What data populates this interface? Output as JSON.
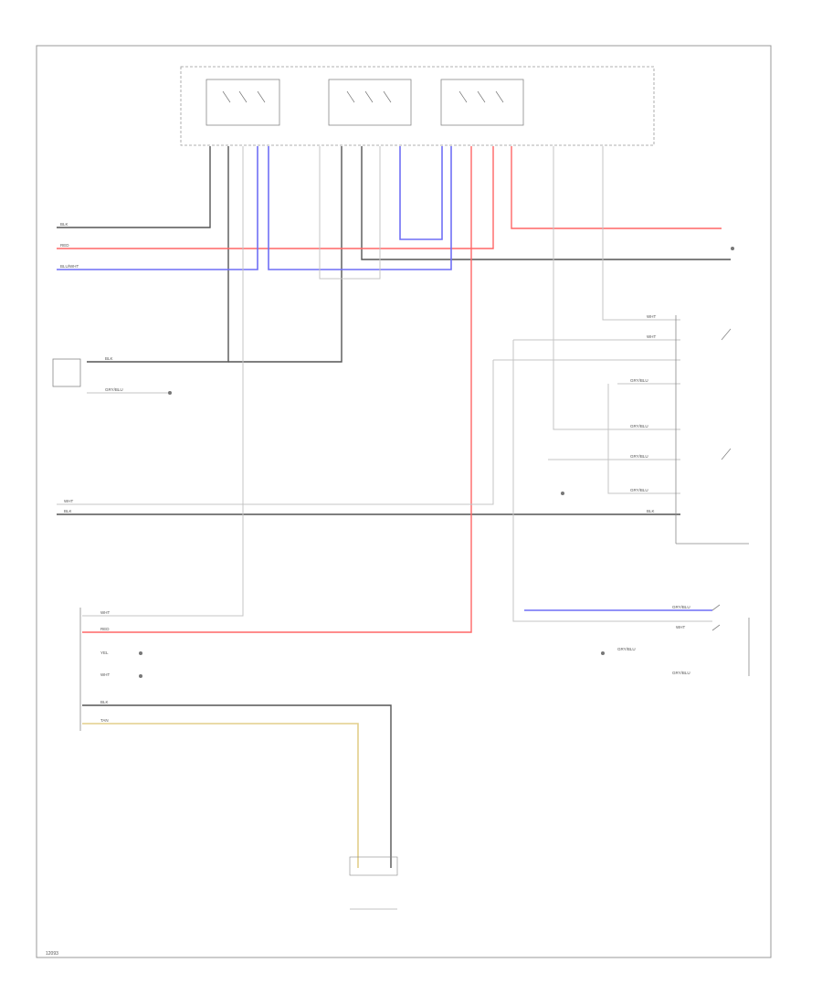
{
  "colors": {
    "frame": "#999999",
    "black_wire": "#555555",
    "red_wire": "#ff6666",
    "blue_wire": "#6f6ff5",
    "gray_wire": "#c4c4c4",
    "yellow_wire": "#e3cf8a",
    "module_border": "#999999"
  },
  "footer": {
    "code": "12093"
  },
  "wire_labels": {
    "top_black": "BLK",
    "top_red": "RED",
    "top_blue": "BLU/WHT",
    "relay_left_black": "BLK",
    "relay_left_sig": "GRY/BLU",
    "mid_white": "WHT",
    "mid_black": "BLK",
    "r_wht1": "WHT",
    "r_wht2": "WHT",
    "r_sig1": "GRY/BLU",
    "r_sig2": "GRY/BLU",
    "r_sig3": "GRY/BLU",
    "r_sig4": "GRY/BLU",
    "r_blk": "BLK",
    "br_blue": "GRY/BLU",
    "br_wht": "WHT",
    "br_sig1": "GRY/BLU",
    "br_sig2": "GRY/BLU",
    "bl_wht": "WHT",
    "bl_red": "RED",
    "bl_yel": "YEL",
    "bl_wht2": "WHT",
    "bl_blk": "BLK",
    "bl_tan": "TAN"
  }
}
